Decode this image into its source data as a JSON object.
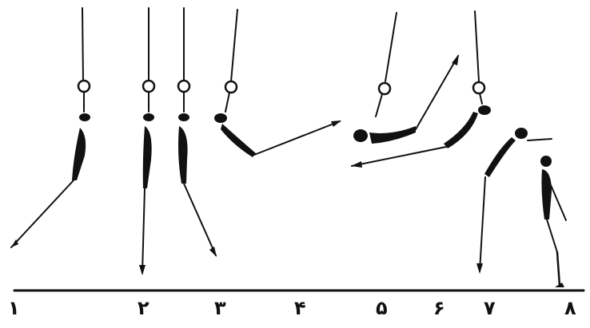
{
  "figure": {
    "stage_labels": [
      "۱",
      "۲",
      "۳",
      "۴",
      "۵",
      "۶",
      "۷",
      "۸"
    ],
    "ink_color": "#111111",
    "background_color": "#ffffff"
  }
}
